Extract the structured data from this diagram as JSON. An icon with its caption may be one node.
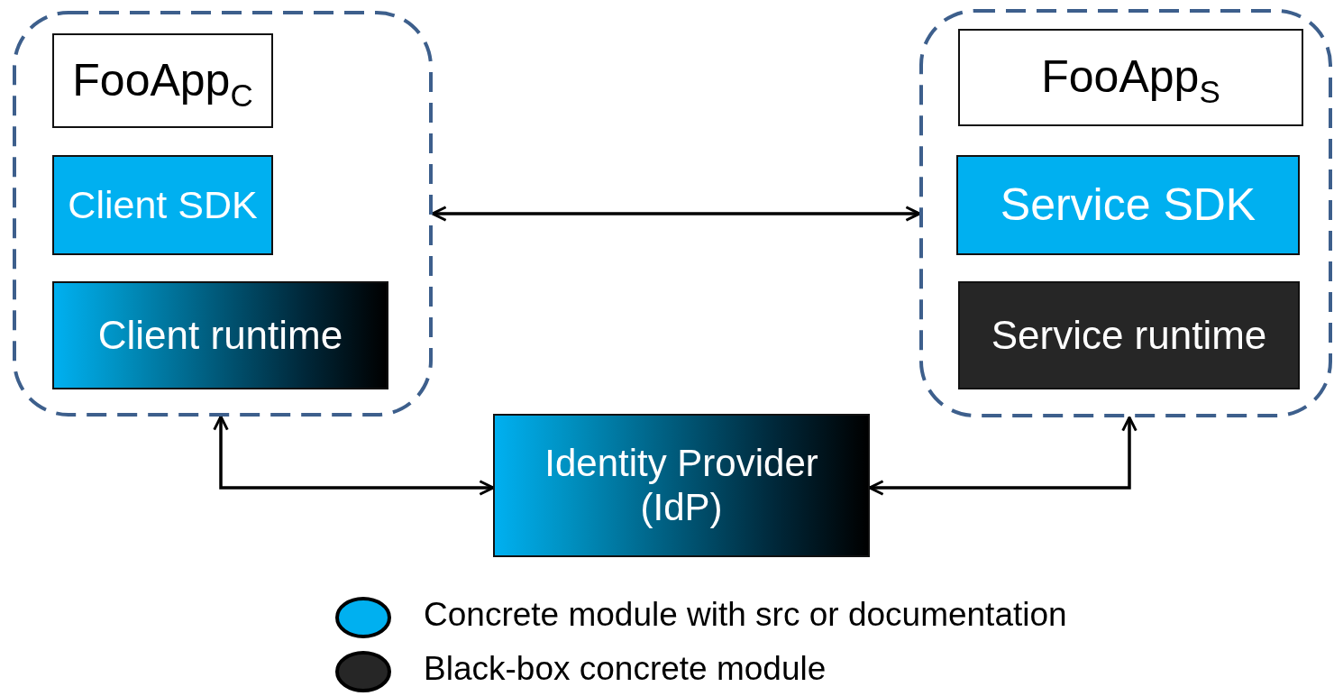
{
  "diagram": {
    "nodes": [
      {
        "text": [],
        "shape": "box"
      },
      {
        "text": [
          "FooApp$_{C}$"
        ],
        "in": 0
      },
      {
        "text": [
          "Client SDK"
        ],
        "in": 0
      },
      {
        "text": [
          "Client runtime"
        ],
        "in": 0
      },
      {
        "text": [],
        "shape": "box"
      },
      {
        "text": [
          "FooApp$_{S}$"
        ],
        "in": 4
      },
      {
        "text": [
          "Service SDK"
        ],
        "in": 4
      },
      {
        "text": [
          "Service runtime"
        ],
        "in": 4
      },
      {
        "text": [
          "Identity Provider (IdP)"
        ]
      }
    ],
    "edges": [
      {
        "from": 0,
        "to": 4,
        "arrow": "both"
      },
      {
        "from": 0,
        "to": 8,
        "arrow": "both"
      },
      {
        "from": 4,
        "to": 8,
        "arrow": "both"
      }
    ],
    "legend": [
      {
        "text": "Concrete module with src or documentation",
        "color": "#00b0f0"
      },
      {
        "text": "Black-box concrete module",
        "color": "#262626"
      }
    ]
  }
}
